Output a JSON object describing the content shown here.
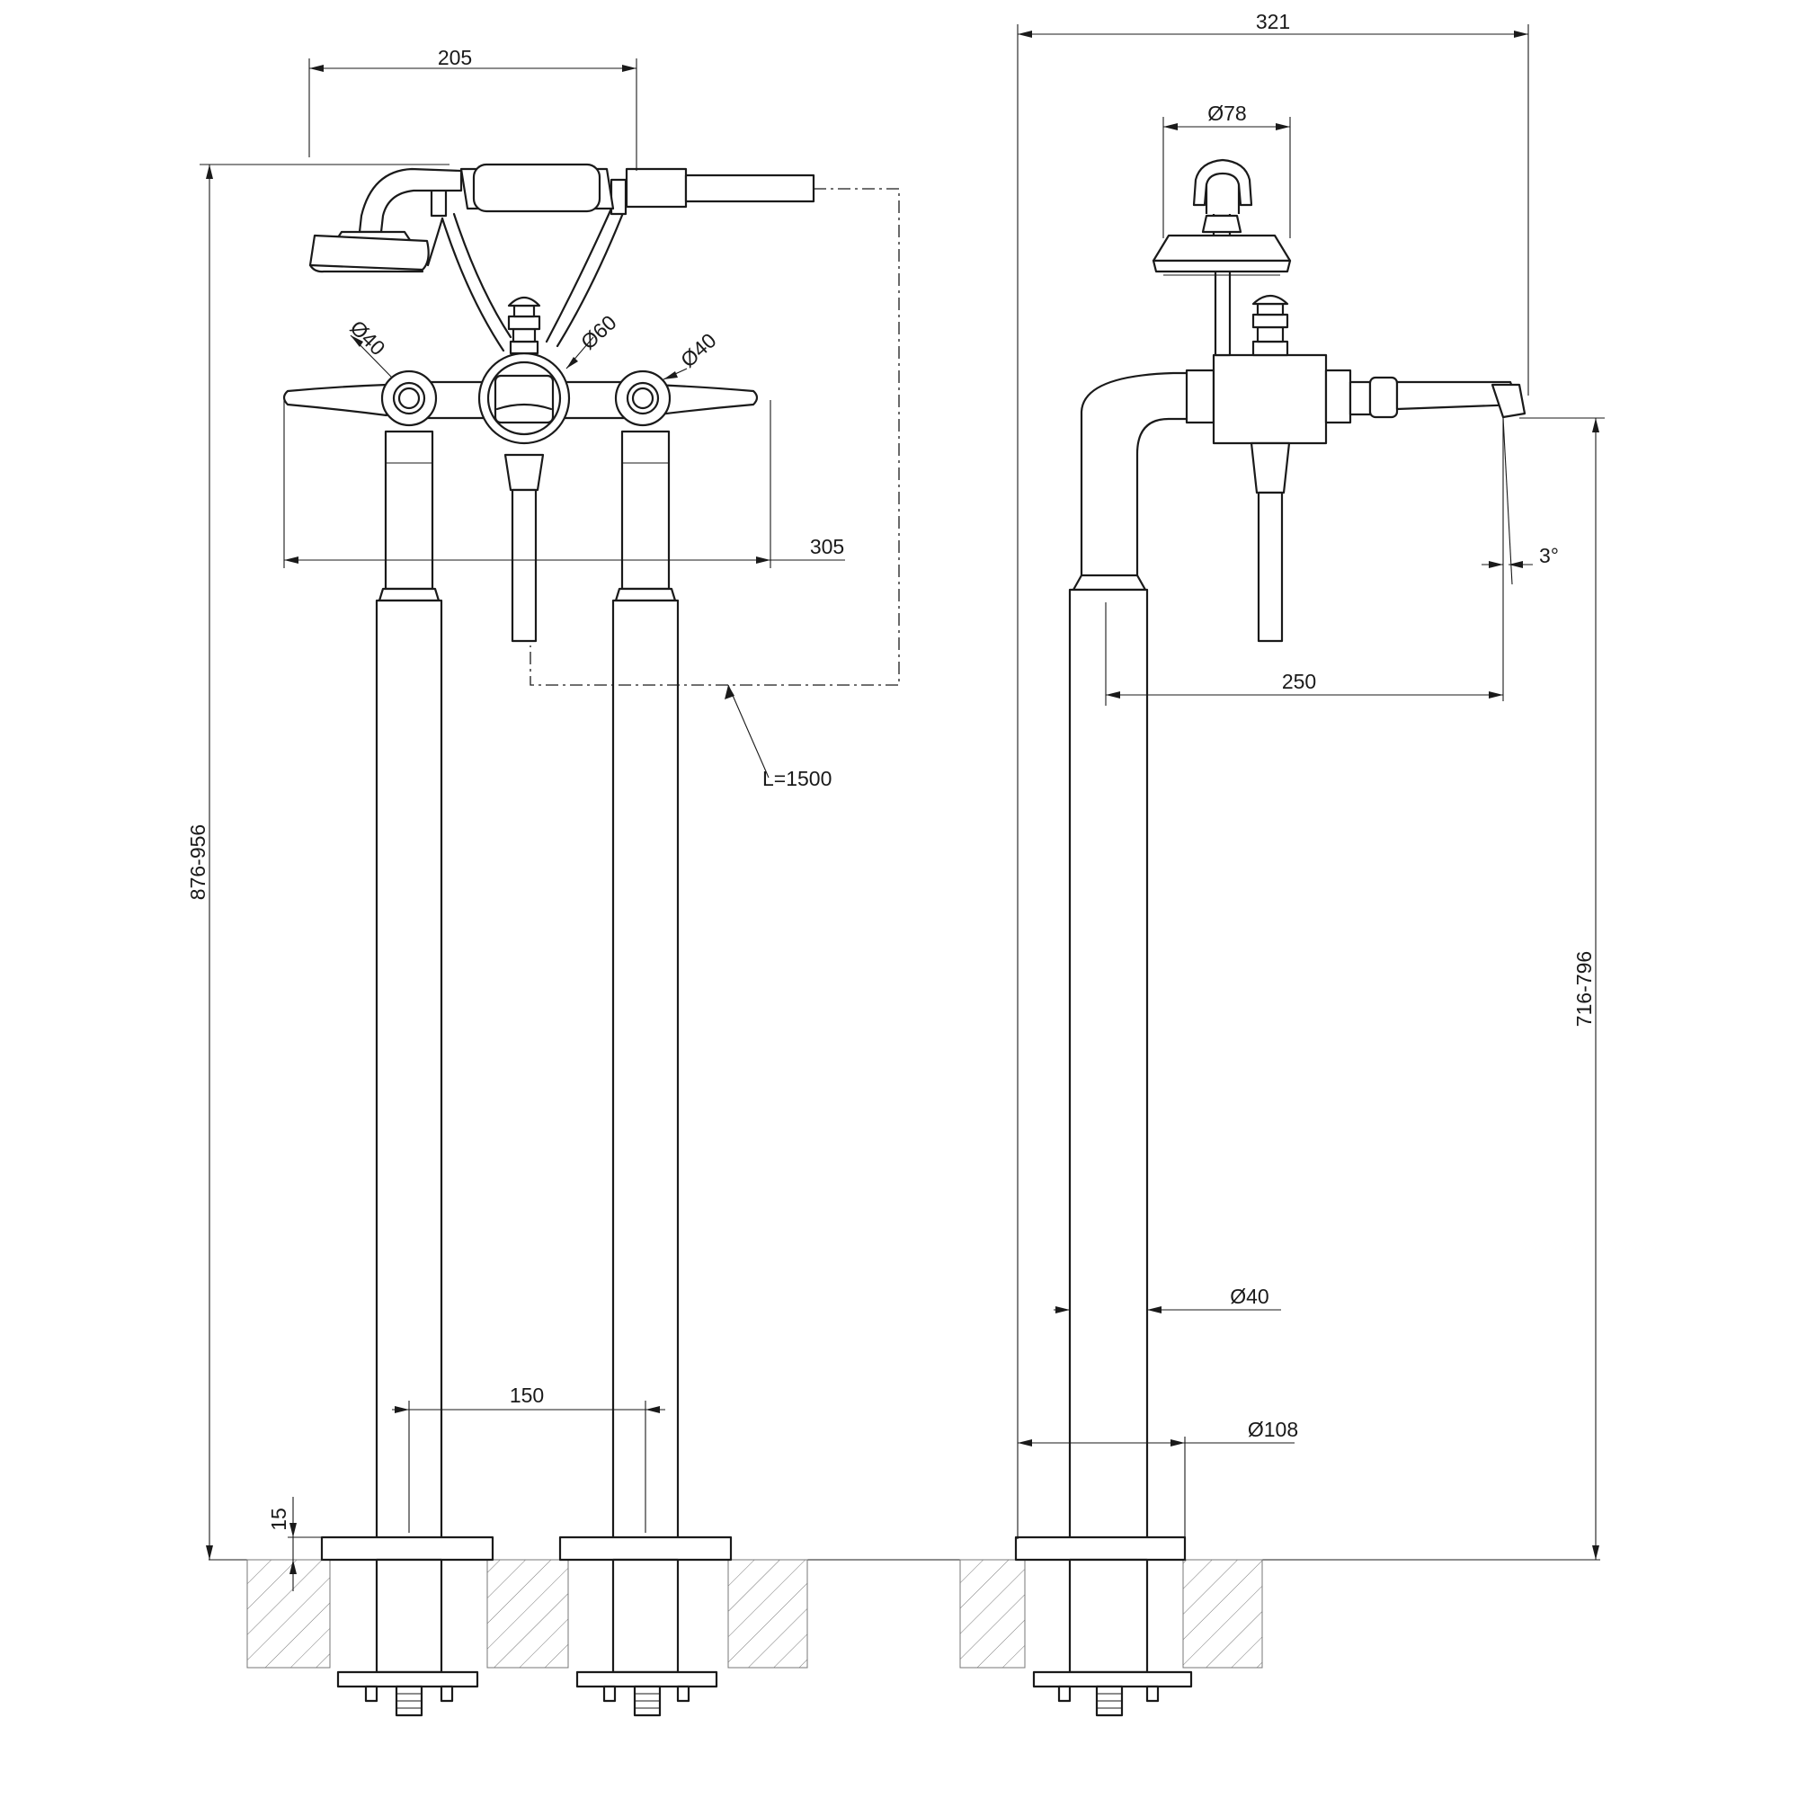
{
  "dimensions": {
    "hand_shower_reach": "205",
    "total_depth": "321",
    "shower_head_diameter": "Ø78",
    "left_handle_diameter": "Ø40",
    "center_body_diameter": "Ø60",
    "right_handle_diameter": "Ø40",
    "handle_span": "305",
    "hose_length": "L=1500",
    "overall_height": "876-956",
    "spout_height": "716-796",
    "spout_angle": "3°",
    "spout_reach": "250",
    "leg_diameter": "Ø40",
    "base_diameter": "Ø108",
    "leg_spacing": "150",
    "floor_plate_height": "15"
  }
}
